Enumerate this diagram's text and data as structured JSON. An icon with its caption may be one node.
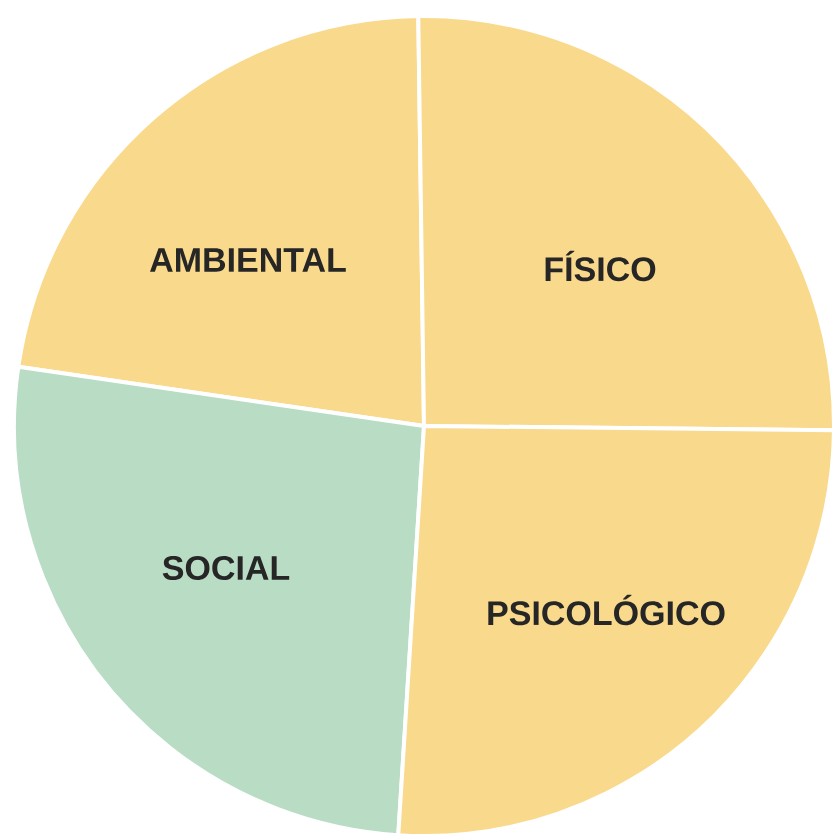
{
  "diagram": {
    "nodes": [
      {
        "text": [
          "AMBIENTAL"
        ]
      },
      {
        "text": [
          "FÍSICO"
        ]
      },
      {
        "text": [
          "SOCIAL"
        ]
      },
      {
        "text": [
          "PSICOLÓGICO"
        ]
      }
    ]
  }
}
